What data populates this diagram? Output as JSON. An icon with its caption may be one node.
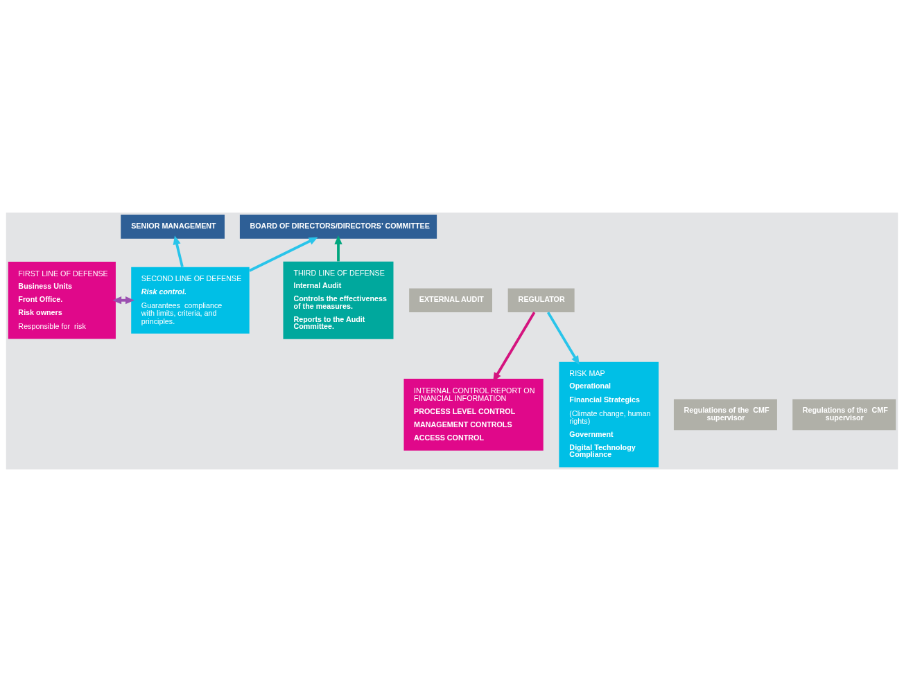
{
  "diagram": {
    "nodes": [
      {
        "text": [
          "BOARD OF DIRECTORS/DIRECTORS’ COMMITTEE"
        ]
      },
      {
        "text": [
          "SENIOR MANAGEMENT"
        ]
      },
      {
        "text": [
          "FIRST LINE OF DEFENSE",
          "Business Units",
          "Front Office.",
          "Risk owners",
          "Responsible for  risk"
        ]
      },
      {
        "text": [
          "SECOND LINE OF DEFENSE",
          "Risk control.",
          "Guarantees  compliance with limits, criteria, and principles."
        ]
      },
      {
        "text": [
          "THIRD LINE OF DEFENSE",
          "Internal Audit",
          "Controls the effectiveness of the measures.",
          "Reports to the Audit Committee."
        ]
      },
      {
        "text": [
          "EXTERNAL AUDIT"
        ]
      },
      {
        "text": [
          "REGULATOR"
        ]
      },
      {
        "text": [
          "INTERNAL CONTROL REPORT ON  FINANCIAL INFORMATION",
          "PROCESS LEVEL CONTROL",
          "MANAGEMENT CONTROLS",
          "ACCESS CONTROL"
        ]
      },
      {
        "text": [
          "RISK MAP",
          "Operational",
          "Financial Strategics",
          "(Climate change, human rights)",
          "Government",
          "Digital Technology Compliance"
        ]
      },
      {
        "text": [
          "Regulations of the  CMF supervisor"
        ]
      },
      {
        "text": [
          "Regulations of the  CMF supervisor"
        ]
      }
    ],
    "edges": [
      {
        "from": 3,
        "to": 1,
        "arrow": "to"
      },
      {
        "from": 3,
        "to": 0,
        "arrow": "to"
      },
      {
        "from": 4,
        "to": 0,
        "arrow": "to",
        "color": "#00a67e"
      },
      {
        "from": 2,
        "to": 3,
        "arrow": "both",
        "color": "#9b4fb0"
      },
      {
        "from": 6,
        "to": 8,
        "arrow": "to"
      },
      {
        "from": 6,
        "to": 7,
        "arrow": "to",
        "color": "#d4147f"
      }
    ]
  }
}
